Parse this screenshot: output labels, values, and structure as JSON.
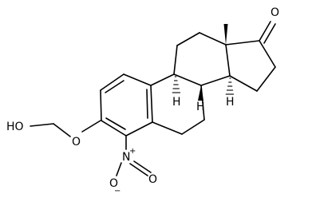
{
  "molecule": {
    "labels": {
      "ketone_o": "O",
      "ether_o": "O",
      "hydroxyl": "HO",
      "nitro_o_top": "O",
      "nitro_n": "N",
      "nitro_plus": "+",
      "nitro_o_minus": "O",
      "nitro_minus": "−",
      "h_8": "H",
      "h_9": "H",
      "h_14": "H"
    }
  }
}
